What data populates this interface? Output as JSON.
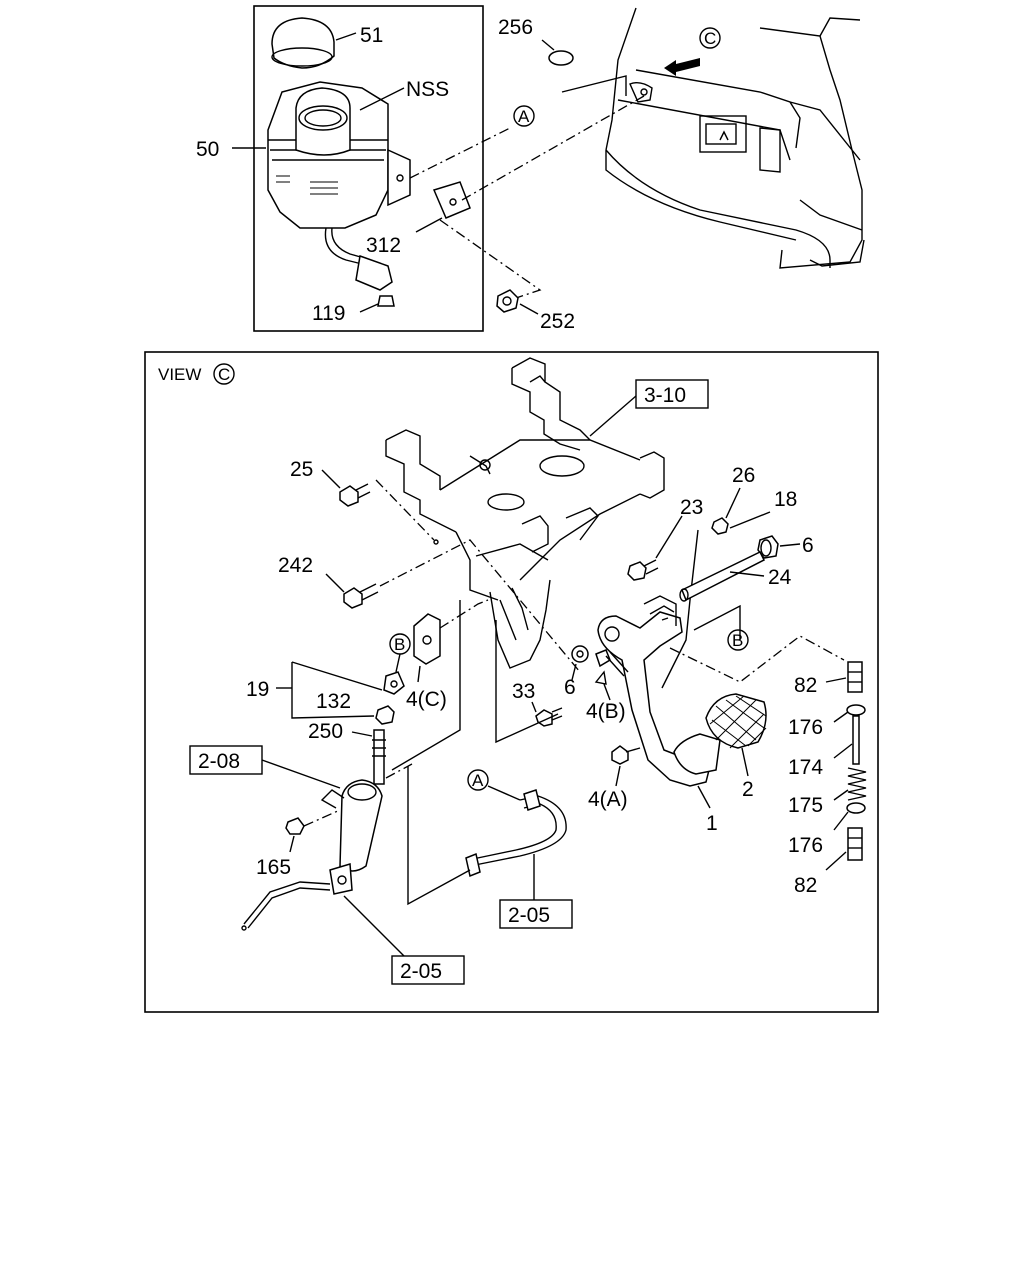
{
  "top_callouts": {
    "cap": "51",
    "nss": "NSS",
    "reservoir": "50",
    "bracket": "312",
    "fitting": "119",
    "nut": "252",
    "plug": "256"
  },
  "view_letters": {
    "c": "C",
    "a": "A",
    "b": "B"
  },
  "view_title": "VIEW",
  "refs": {
    "pedal_bracket": "3-10",
    "master_cyl": "2-08",
    "pipe_a": "2-05",
    "pipe_b": "2-05"
  },
  "callouts": {
    "p25": "25",
    "p242": "242",
    "p23": "23",
    "p26": "26",
    "p18": "18",
    "p6a": "6",
    "p24": "24",
    "p19": "19",
    "p132": "132",
    "p250": "250",
    "p4c": "4(C)",
    "p33": "33",
    "p6b": "6",
    "p4b": "4(B)",
    "p4a": "4(A)",
    "p1": "1",
    "p2": "2",
    "p82a": "82",
    "p176a": "176",
    "p174": "174",
    "p175": "175",
    "p176b": "176",
    "p82b": "82",
    "p165": "165"
  }
}
